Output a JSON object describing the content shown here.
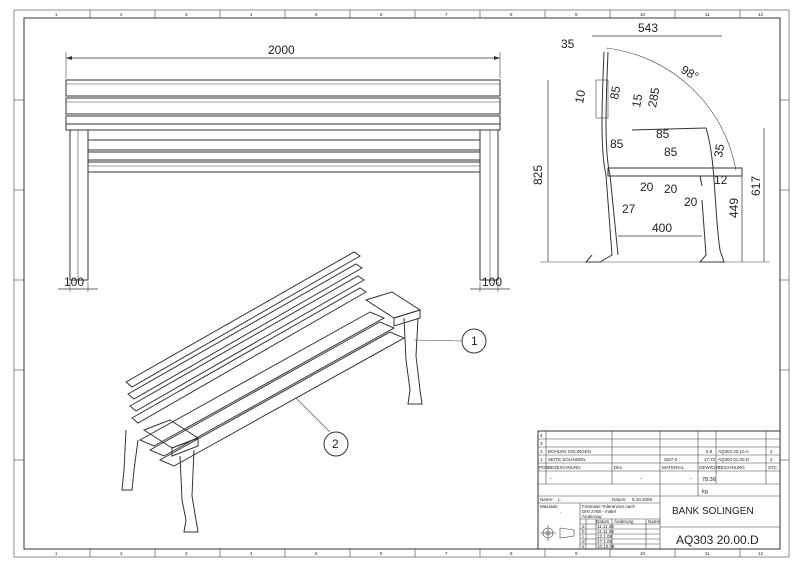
{
  "frame": {
    "top_numbers": [
      "1",
      "2",
      "3",
      "4",
      "5",
      "6",
      "7",
      "8",
      "9",
      "10",
      "11",
      "12"
    ],
    "bottom_numbers": [
      "1",
      "2",
      "3",
      "4",
      "5",
      "6",
      "7",
      "8",
      "9",
      "10",
      "11",
      "12"
    ]
  },
  "front_view": {
    "width_dim": "2000",
    "leg_left_dim": "100",
    "leg_right_dim": "100"
  },
  "side_view": {
    "dims": {
      "top_width": "543",
      "d35_top": "35",
      "angle": "98°",
      "d85_a": "85",
      "d15": "15",
      "d285": "285",
      "d10": "10",
      "d85_b": "85",
      "d85_c": "85",
      "d85_d": "85",
      "d35_right": "35",
      "d20_a": "20",
      "d20_b": "20",
      "d12": "12",
      "d27": "27",
      "d20_c": "20",
      "d400": "400",
      "h825": "825",
      "h617": "617",
      "h449": "449"
    }
  },
  "callouts": {
    "c1": "1",
    "c2": "2"
  },
  "title_block": {
    "row_nums": [
      "4",
      "3",
      "2",
      "1"
    ],
    "rows": [
      {
        "pos": "2",
        "name": "BOHLEN SOLINGEN",
        "qty": "5.9",
        "zeichnung": "AQ303 20.10.A",
        "stk": "2"
      },
      {
        "pos": "1",
        "name": "SEITE SOLINGEN",
        "qty": "17.72",
        "zeichnung": "AQ303 01.00.D",
        "stk": "2"
      }
    ],
    "header": {
      "pos": "POS",
      "bezeichnung": "BEZEICHNUNG",
      "dim": "Dim",
      "mat_no": "St37-2",
      "material": "MATERIAL",
      "gewicht": "GEWICHT",
      "zeichnung": "ZEICHNUNG",
      "stk": "STC"
    },
    "weight": "78.36",
    "dash1": "-",
    "dash2": "-",
    "dash3": "-",
    "unit": "kg",
    "name_label": "Name: ",
    "name_value": "L.",
    "date_label": "Datum:",
    "date_value": "5.10.2005",
    "scale_label": "Masstab:",
    "scale_value": "-",
    "tolerance_line1": "Freimass-Toleranzen nach",
    "tolerance_line2": "DIN 2768 - mittel",
    "changes_label": "Änderung",
    "change_cols": [
      "Datum",
      "Änderung",
      "Name"
    ],
    "change_rows": [
      "a",
      "b",
      "c",
      "d",
      "e"
    ],
    "change_dates": [
      "11.11.06",
      "11.11.06",
      "12.1.08",
      "17.1.08",
      "10.10.08"
    ],
    "title": "BANK  SOLINGEN",
    "drawing_no": "AQ303 20.00.D"
  }
}
